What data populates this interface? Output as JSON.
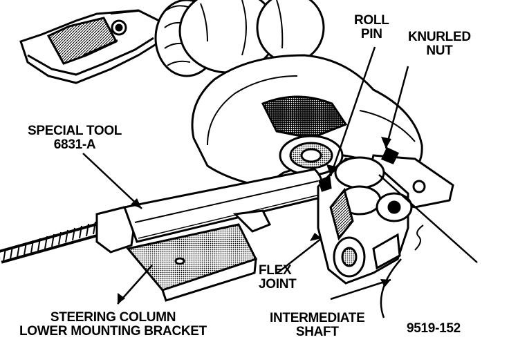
{
  "labels": {
    "roll_pin": [
      "ROLL",
      "PIN"
    ],
    "knurled_nut": [
      "KNURLED",
      "NUT"
    ],
    "special_tool": [
      "SPECIAL TOOL",
      "6831-A"
    ],
    "flex_joint": [
      "FLEX",
      "JOINT"
    ],
    "steering_column_bracket": [
      "STEERING COLUMN",
      "LOWER MOUNTING BRACKET"
    ],
    "intermediate_shaft": [
      "INTERMEDIATE",
      "SHAFT"
    ],
    "figure_number": "9519-152"
  },
  "colors": {
    "ink": "#000000",
    "paper": "#ffffff"
  }
}
